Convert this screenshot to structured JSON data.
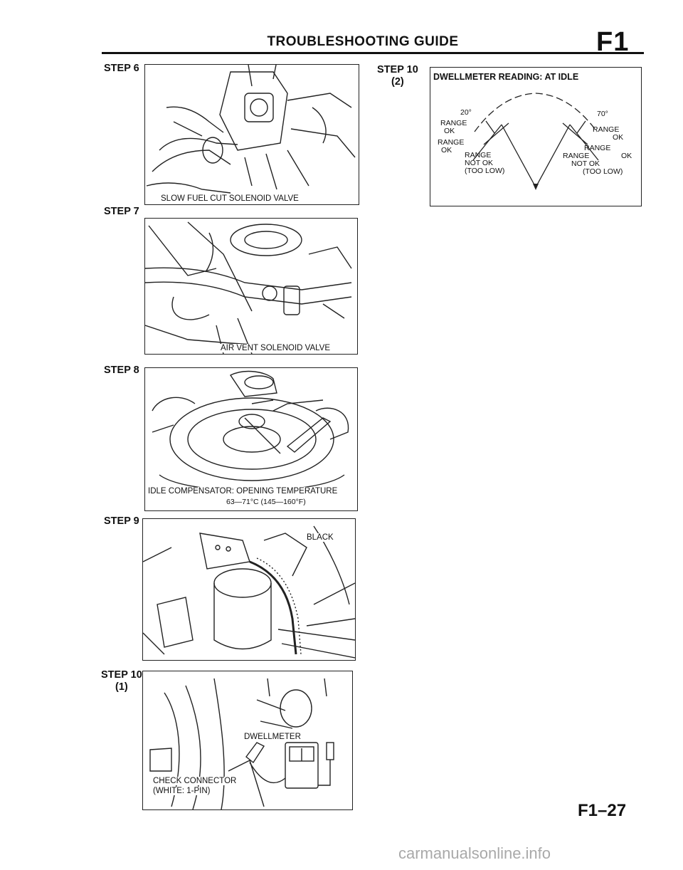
{
  "header": {
    "title": "TROUBLESHOOTING GUIDE",
    "section": "F1"
  },
  "steps": {
    "step6": {
      "label": "STEP 6",
      "caption": "SLOW FUEL CUT SOLENOID VALVE"
    },
    "step7": {
      "label": "STEP 7",
      "caption": "AIR VENT SOLENOID VALVE"
    },
    "step8": {
      "label": "STEP 8",
      "caption_line1": "IDLE COMPENSATOR: OPENING TEMPERATURE",
      "caption_line2": "63—71°C (145—160°F)"
    },
    "step9": {
      "label": "STEP 9",
      "caption": "BLACK"
    },
    "step10_1": {
      "label": "STEP 10",
      "sub": "(1)",
      "caption_meter": "DWELLMETER",
      "caption_conn1": "CHECK CONNECTOR",
      "caption_conn2": "(WHITE: 1-PIN)"
    },
    "step10_2": {
      "label": "STEP 10",
      "sub": "(2)",
      "title": "DWELLMETER READING: AT IDLE",
      "deg_low": "20°",
      "deg_high": "70°",
      "range_ok_left_1": "RANGE",
      "range_ok_left_2": "OK",
      "range_ok_left2_1": "RANGE",
      "range_ok_left2_2": "OK",
      "range_not_ok_left_1": "RANGE",
      "range_not_ok_left_2": "NOT OK",
      "range_not_ok_left_3": "(TOO LOW)",
      "range_ok_right_1": "RANGE",
      "range_ok_right_2": "OK",
      "range_ok_right2_1": "RANGE",
      "range_ok_right2_2": "OK",
      "range_not_ok_right_1": "RANGE",
      "range_not_ok_right_2": "NOT OK",
      "range_not_ok_right_3": "(TOO LOW)"
    }
  },
  "footer": {
    "page_number": "F1–27",
    "watermark": "carmanualsonline.info"
  }
}
